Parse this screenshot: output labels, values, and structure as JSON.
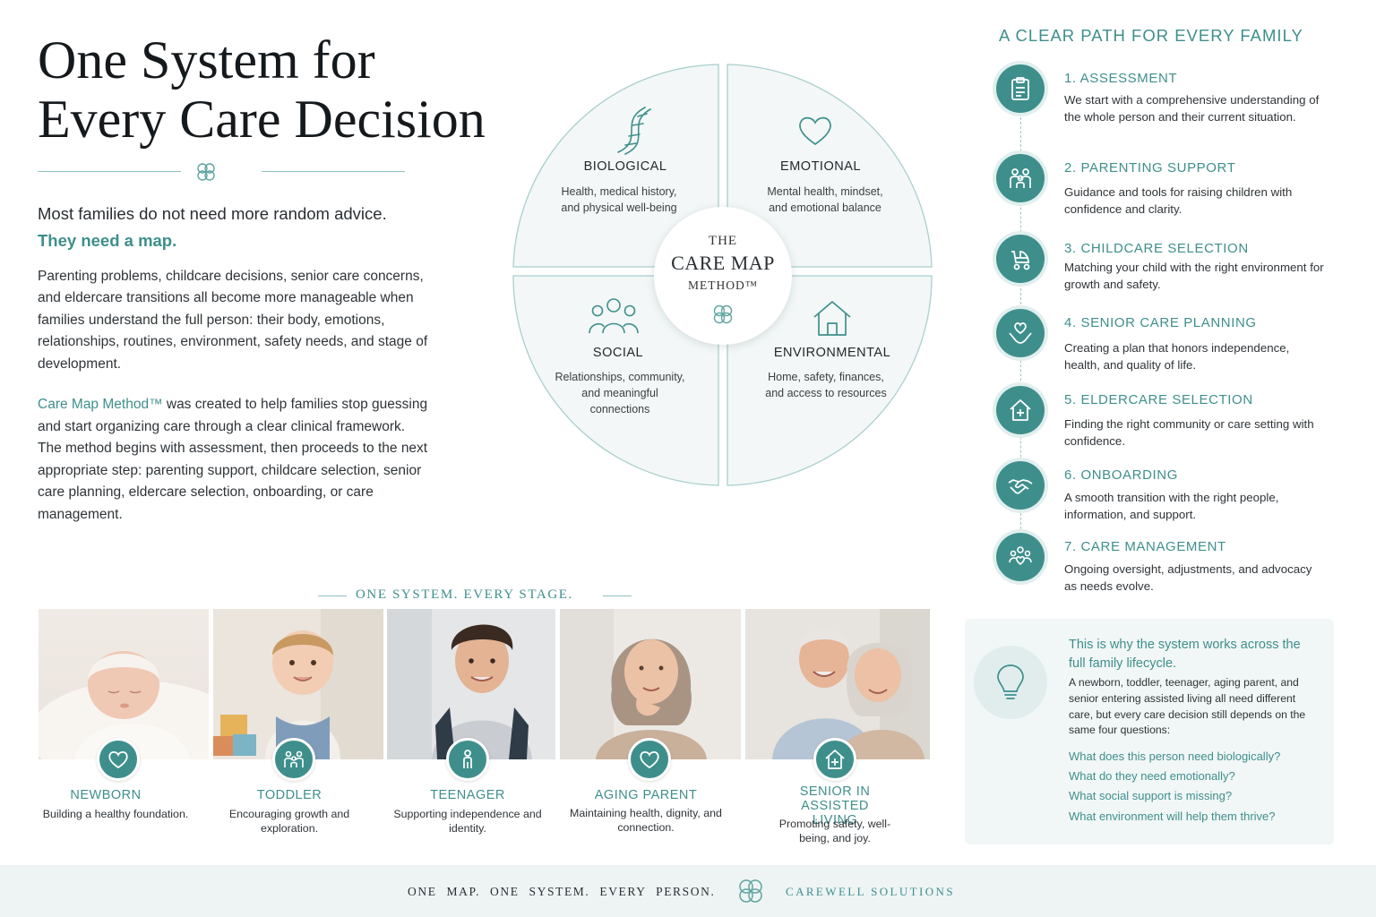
{
  "header": {
    "title_line1": "One System for",
    "title_line2": "Every Care Decision"
  },
  "intro": {
    "lead": "Most families do not need more random advice.",
    "lead_accent": "They need a map.",
    "paragraph1": "Parenting problems, childcare decisions, senior care concerns, and eldercare transitions all become more manageable when families understand the full person: their body, emotions, relationships, routines, environment, safety needs, and stage of development.",
    "paragraph2_accent": "Care Map Method™",
    "paragraph2": " was created to help families stop guessing and start organizing care through a clear clinical framework. The method begins with assessment, then proceeds to the next appropriate step: parenting support, childcare selection, senior care planning, eldercare selection, onboarding, or care management."
  },
  "diagram": {
    "center": {
      "line1": "THE",
      "line2": "CARE MAP",
      "line3": "METHOD™"
    },
    "quadrants": [
      {
        "title": "BIOLOGICAL",
        "desc": "Health, medical history, and physical well-being",
        "icon": "dna-icon"
      },
      {
        "title": "EMOTIONAL",
        "desc": "Mental health, mindset, and emotional balance",
        "icon": "heart-icon"
      },
      {
        "title": "SOCIAL",
        "desc": "Relationships, community, and meaningful connections",
        "icon": "people-icon"
      },
      {
        "title": "ENVIRONMENTAL",
        "desc": "Home, safety, finances, and access to resources",
        "icon": "house-icon"
      }
    ]
  },
  "path": {
    "title": "A CLEAR PATH FOR EVERY FAMILY",
    "steps": [
      {
        "title": "1. ASSESSMENT",
        "desc": "We start with a comprehensive understanding of the whole person and their current situation.",
        "icon": "clipboard-icon"
      },
      {
        "title": "2. PARENTING SUPPORT",
        "desc": "Guidance and tools for raising children with confidence and clarity.",
        "icon": "family-icon"
      },
      {
        "title": "3. CHILDCARE SELECTION",
        "desc": "Matching your child with the right environment for growth and safety.",
        "icon": "stroller-icon"
      },
      {
        "title": "4. SENIOR CARE PLANNING",
        "desc": "Creating a plan that honors independence, health, and quality of life.",
        "icon": "hands-heart-icon"
      },
      {
        "title": "5. ELDERCARE SELECTION",
        "desc": "Finding the right community or care setting with confidence.",
        "icon": "home-care-icon"
      },
      {
        "title": "6. ONBOARDING",
        "desc": "A smooth transition with the right people, information, and support.",
        "icon": "handshake-icon"
      },
      {
        "title": "7. CARE MANAGEMENT",
        "desc": "Ongoing oversight, adjustments, and advocacy as needs evolve.",
        "icon": "care-team-icon"
      }
    ]
  },
  "stages": {
    "title": "ONE SYSTEM.  EVERY STAGE.",
    "items": [
      {
        "title": "NEWBORN",
        "desc": "Building a healthy foundation.",
        "icon": "heart-icon"
      },
      {
        "title": "TODDLER",
        "desc": "Encouraging growth and exploration.",
        "icon": "family-icon"
      },
      {
        "title": "TEENAGER",
        "desc": "Supporting independence and identity.",
        "icon": "person-icon"
      },
      {
        "title": "AGING PARENT",
        "desc": "Maintaining health, dignity, and connection.",
        "icon": "heart-icon"
      },
      {
        "title": "SENIOR IN ASSISTED LIVING",
        "desc": "Promoting safety, well-being, and joy.",
        "icon": "home-care-icon"
      }
    ]
  },
  "info": {
    "heading": "This is why the system works across the full family lifecycle.",
    "body": "A newborn, toddler, teenager, aging parent, and senior entering assisted living all need different care, but every care decision still depends on the same four questions:",
    "questions": [
      "What does this person need biologically?",
      "What do they need emotionally?",
      "What social support is missing?",
      "What environment will help them thrive?"
    ]
  },
  "footer": {
    "slogan": "ONE MAP.  ONE SYSTEM.  EVERY PERSON.",
    "brand": "CAREWELL SOLUTIONS"
  },
  "colors": {
    "accent": "#3e8f8c",
    "accent_light": "#e1efee",
    "footer_bg": "#eef4f4"
  }
}
